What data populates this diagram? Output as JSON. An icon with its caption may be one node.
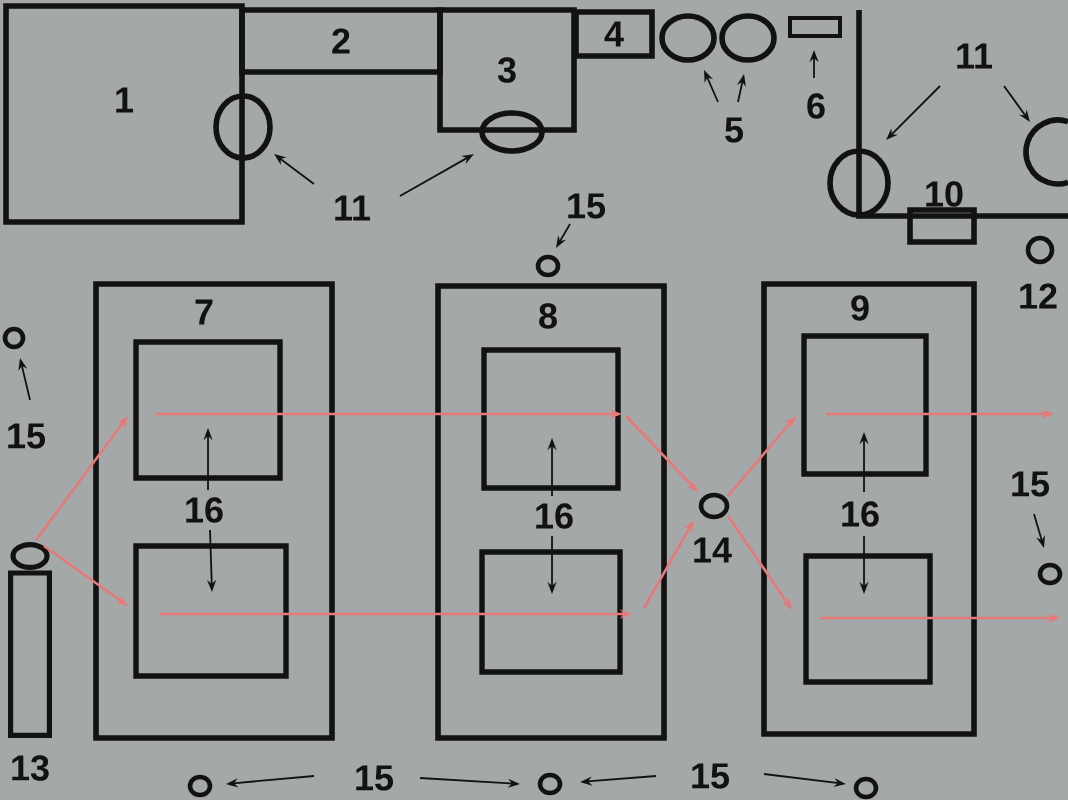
{
  "diagram": {
    "nodes": [
      {
        "text": [
          "1"
        ]
      },
      {
        "text": [],
        "shape": "circle"
      },
      {
        "text": [
          "2"
        ]
      },
      {
        "text": [
          "3"
        ]
      },
      {
        "text": [],
        "shape": "circle"
      },
      {
        "text": [
          "4"
        ]
      },
      {
        "text": [],
        "shape": "circle"
      },
      {
        "text": [],
        "shape": "circle"
      },
      {
        "text": [],
        "shape": "box"
      },
      {
        "text": [
          "5"
        ]
      },
      {
        "text": [
          "6"
        ]
      },
      {
        "text": [
          "11"
        ]
      },
      {
        "text": [
          "11"
        ]
      },
      {
        "text": [],
        "shape": "circle"
      },
      {
        "text": [],
        "shape": "circle"
      },
      {
        "text": [
          "15"
        ]
      },
      {
        "text": [],
        "shape": "circle"
      },
      {
        "text": [
          "10"
        ]
      },
      {
        "text": [],
        "shape": "circle",
        "beside": [
          "12"
        ]
      },
      {
        "text": [],
        "shape": "circle"
      },
      {
        "text": [
          "7"
        ]
      },
      {
        "text": [],
        "shape": "box",
        "in": 20
      },
      {
        "text": [
          "16"
        ],
        "in": 20
      },
      {
        "text": [],
        "shape": "box",
        "in": 20
      },
      {
        "text": [
          "8"
        ]
      },
      {
        "text": [],
        "shape": "box",
        "in": 24
      },
      {
        "text": [
          "16"
        ],
        "in": 24
      },
      {
        "text": [],
        "shape": "box",
        "in": 24
      },
      {
        "text": [
          "9"
        ]
      },
      {
        "text": [],
        "shape": "box",
        "in": 28
      },
      {
        "text": [
          "16"
        ],
        "in": 28
      },
      {
        "text": [],
        "shape": "box",
        "in": 28
      },
      {
        "text": [
          "15"
        ]
      },
      {
        "text": [],
        "shape": "circle",
        "beside": [
          "14"
        ]
      },
      {
        "text": [
          "15"
        ]
      },
      {
        "text": [],
        "shape": "circle"
      },
      {
        "text": [],
        "shape": "bar",
        "beside": [
          "13"
        ]
      },
      {
        "text": [],
        "shape": "circle"
      },
      {
        "text": [
          "15"
        ]
      },
      {
        "text": [],
        "shape": "circle"
      },
      {
        "text": [
          "15"
        ]
      },
      {
        "text": [],
        "shape": "circle"
      }
    ],
    "edges": [
      {
        "from": 9,
        "to": 6,
        "arrow": "to"
      },
      {
        "from": 9,
        "to": 7,
        "arrow": "to"
      },
      {
        "from": 10,
        "to": 8,
        "arrow": "to"
      },
      {
        "from": 11,
        "to": 1,
        "arrow": "to"
      },
      {
        "from": 11,
        "to": 4,
        "arrow": "to"
      },
      {
        "from": 12,
        "to": 13,
        "arrow": "to"
      },
      {
        "from": 12,
        "to": 14,
        "arrow": "to"
      },
      {
        "from": 15,
        "to": 16,
        "arrow": "to"
      },
      {
        "from": 32,
        "to": 19,
        "arrow": "to"
      },
      {
        "from": 22,
        "to": 21,
        "arrow": "to"
      },
      {
        "from": 22,
        "to": 23,
        "arrow": "to"
      },
      {
        "from": 26,
        "to": 25,
        "arrow": "to"
      },
      {
        "from": 26,
        "to": 27,
        "arrow": "to"
      },
      {
        "from": 30,
        "to": 29,
        "arrow": "to"
      },
      {
        "from": 30,
        "to": 31,
        "arrow": "to"
      },
      {
        "from": 34,
        "to": 35,
        "arrow": "to"
      },
      {
        "from": 38,
        "to": 37,
        "arrow": "to"
      },
      {
        "from": 38,
        "to": 39,
        "arrow": "to"
      },
      {
        "from": 40,
        "to": 39,
        "arrow": "to"
      },
      {
        "from": 40,
        "to": 41,
        "arrow": "to"
      },
      {
        "from": 36,
        "to": 21,
        "arrow": "to",
        "color": "#e57a78"
      },
      {
        "from": 36,
        "to": 23,
        "arrow": "to",
        "color": "#e57a78"
      },
      {
        "from": 21,
        "to": 25,
        "arrow": "to",
        "color": "#e57a78"
      },
      {
        "from": 23,
        "to": 27,
        "arrow": "to",
        "color": "#e57a78"
      },
      {
        "from": 25,
        "to": 33,
        "arrow": "to",
        "color": "#e57a78"
      },
      {
        "from": 27,
        "to": 33,
        "arrow": "to",
        "color": "#e57a78"
      },
      {
        "from": 33,
        "to": 29,
        "arrow": "to",
        "color": "#e57a78"
      },
      {
        "from": 33,
        "to": 31,
        "arrow": "to",
        "color": "#e57a78"
      },
      {
        "from": 29,
        "to": null,
        "arrow": "to",
        "color": "#e57a78"
      },
      {
        "from": 31,
        "to": null,
        "arrow": "to",
        "color": "#e57a78"
      }
    ]
  }
}
